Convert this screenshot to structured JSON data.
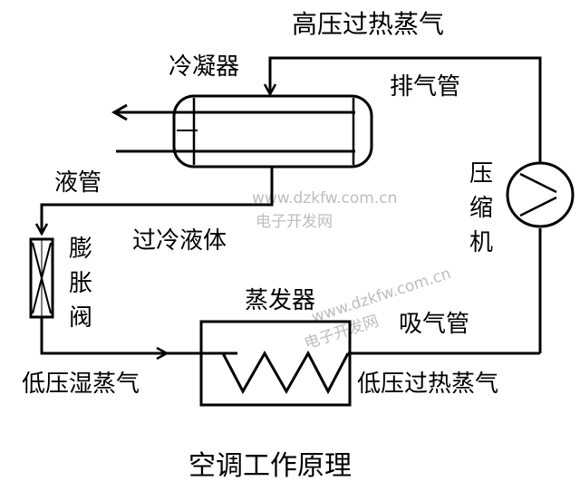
{
  "labels": {
    "top": "高压过热蒸气",
    "condenser": "冷凝器",
    "discharge_pipe": "排气管",
    "liquid_pipe": "液管",
    "subcooled": "过冷液体",
    "expansion_c1": "膨",
    "expansion_c2": "胀",
    "expansion_c3": "阀",
    "compressor_c1": "压",
    "compressor_c2": "缩",
    "compressor_c3": "机",
    "evaporator": "蒸发器",
    "suction_pipe": "吸气管",
    "low_wet": "低压湿蒸气",
    "low_super": "低压过热蒸气",
    "title": "空调工作原理"
  },
  "watermark": {
    "url1": "www.dzkfw.com.cn",
    "site1": "电子开发网",
    "url2": "www.dzkfw.com.cn",
    "site2": "电子开发网"
  }
}
